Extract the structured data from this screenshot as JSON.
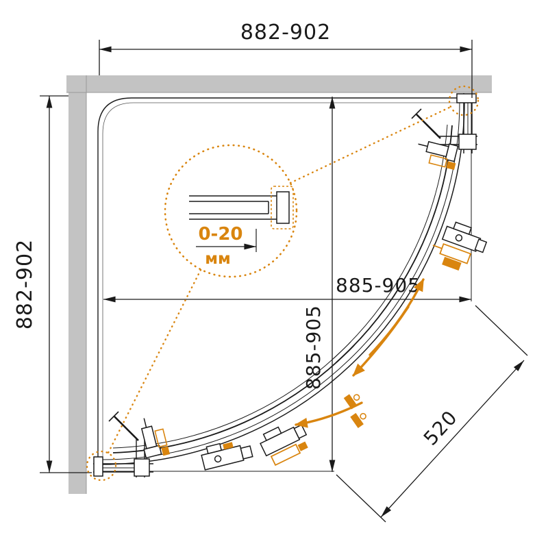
{
  "colors": {
    "accent_orange": "#d9850f",
    "line_black": "#1a1a1a",
    "wall_gray": "#c3c3c3"
  },
  "dims": {
    "top_width": "882-902",
    "left_height": "882-902",
    "tray_width": "885-905",
    "tray_depth": "885-905",
    "diagonal_opening": "520",
    "adjustment_range": "0-20",
    "adjustment_unit": "мм"
  }
}
